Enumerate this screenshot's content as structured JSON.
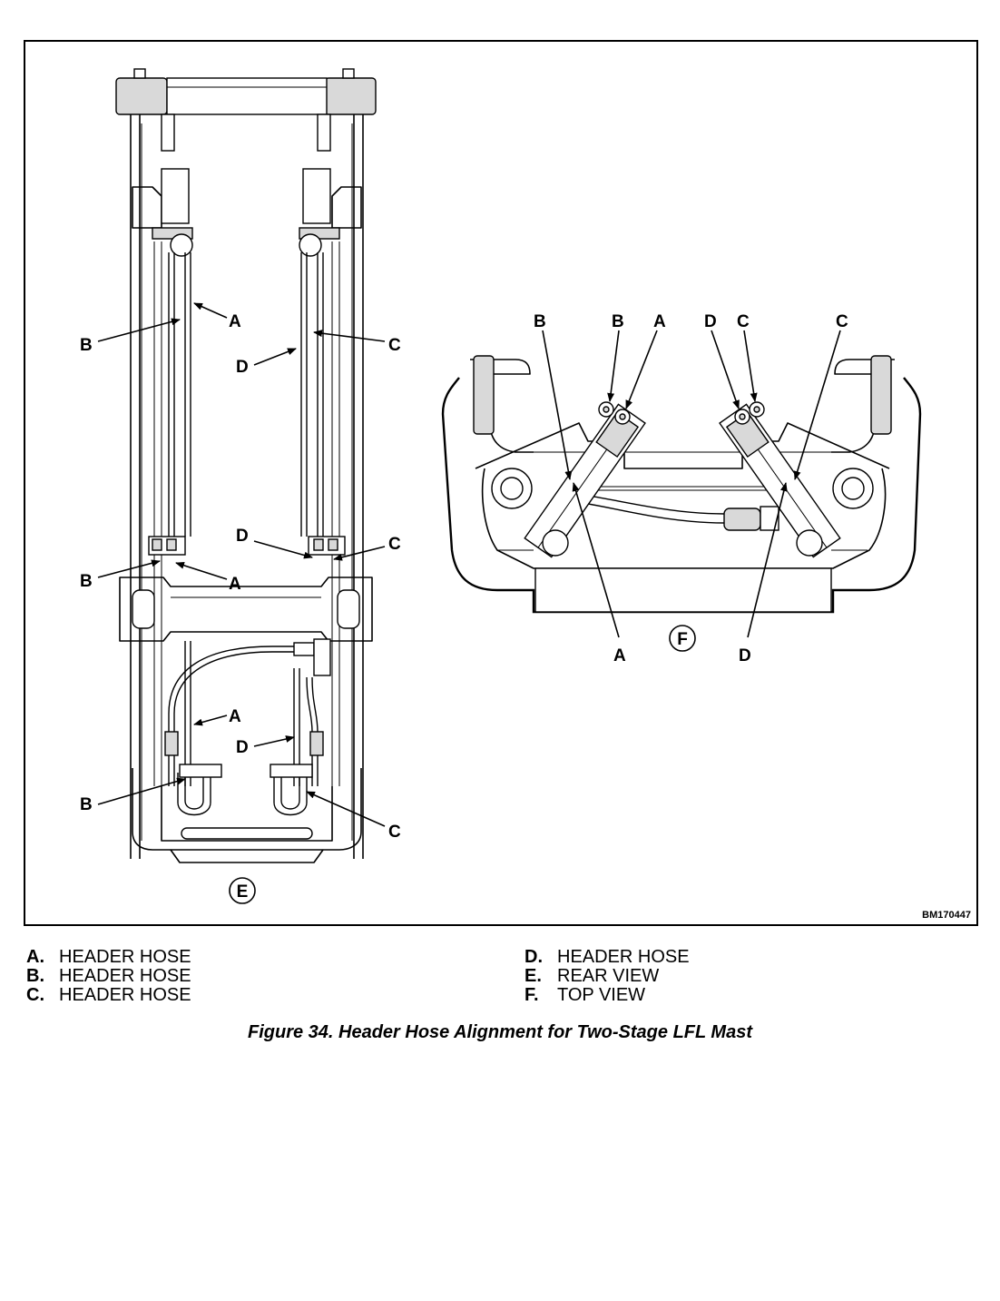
{
  "figure": {
    "code": "BM170447",
    "rear_view": {
      "view_label": "E",
      "callouts": [
        "A",
        "B",
        "D",
        "C",
        "D",
        "C",
        "B",
        "A",
        "A",
        "D",
        "B",
        "C"
      ]
    },
    "top_view": {
      "view_label": "F",
      "callouts": [
        "B",
        "B",
        "A",
        "D",
        "C",
        "C",
        "A",
        "D"
      ]
    }
  },
  "legend": [
    {
      "key": "A.",
      "text": "HEADER HOSE"
    },
    {
      "key": "B.",
      "text": "HEADER HOSE"
    },
    {
      "key": "C.",
      "text": "HEADER HOSE"
    },
    {
      "key": "D.",
      "text": "HEADER HOSE"
    },
    {
      "key": "E.",
      "text": "REAR VIEW"
    },
    {
      "key": "F.",
      "text": "TOP VIEW"
    }
  ],
  "caption": "Figure 34. Header Hose Alignment for Two-Stage LFL Mast"
}
